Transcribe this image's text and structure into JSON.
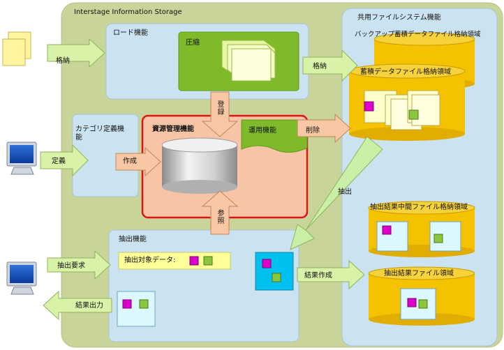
{
  "labels": {
    "storage_title": "Interstage Information Storage",
    "shared_fs_title": "共用ファイルシステム機能",
    "backup_area": "バックアップ蓄積データファイル格納領域",
    "storage_area": "蓄積データファイル格納領域",
    "load_function": "ロード機能",
    "compress": "圧縮",
    "store_left": "格納",
    "store_right": "格納",
    "register": "登録",
    "category_function": "カテゴリ定義機能",
    "define": "定義",
    "create": "作成",
    "resource_mgmt": "資源管理機能",
    "operation_function": "運用機能",
    "delete": "削除",
    "reference": "参照",
    "extract": "抽出",
    "extract_function": "抽出機能",
    "extract_target": "抽出対象データ:",
    "extract_request": "抽出要求",
    "result_output": "結果出力",
    "result_create": "結果作成",
    "intermediate_area": "抽出結果中間ファイル格納領域",
    "result_area": "抽出結果ファイル領域"
  },
  "colors": {
    "outer_bg": "#c8d49a",
    "panel_blue": "#cbe3f0",
    "resource_fill": "#f7c5a6",
    "resource_border": "#e01414",
    "cylinder": "#f5c200",
    "green_block": "#7eba2a",
    "arrow_fill": "#d8f2a8",
    "extract_arrow": "#caf0a8",
    "peach_arrow": "#f8c7a3",
    "note_yellow": "#ffff99",
    "magenta": "#dd00cc",
    "green_cube": "#8cc63f",
    "cyan": "#00c0f0"
  }
}
